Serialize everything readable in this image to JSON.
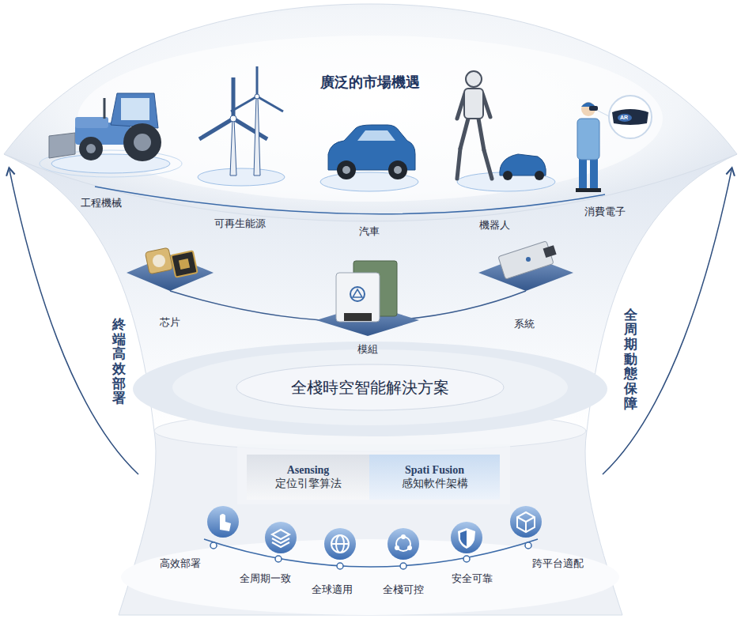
{
  "diagram": {
    "title": "廣泛的市場機遇",
    "nodes": [
      {
        "text": [
          "全棧時空智能解決方案"
        ]
      },
      {
        "text": [
          "Asensing",
          "定位引擎算法"
        ]
      },
      {
        "text": [
          "Spati Fusion",
          "感知軟件架構"
        ]
      }
    ],
    "labels": [
      "工程機械",
      "可再生能源",
      "汽車",
      "機器人",
      "消費電子",
      "芯片",
      "模組",
      "系統",
      "終端高效部署",
      "全周期動態保障",
      "高效部署",
      "全周期一致",
      "全球適用",
      "全棧可控",
      "安全可靠",
      "跨平台適配",
      "AR"
    ]
  }
}
